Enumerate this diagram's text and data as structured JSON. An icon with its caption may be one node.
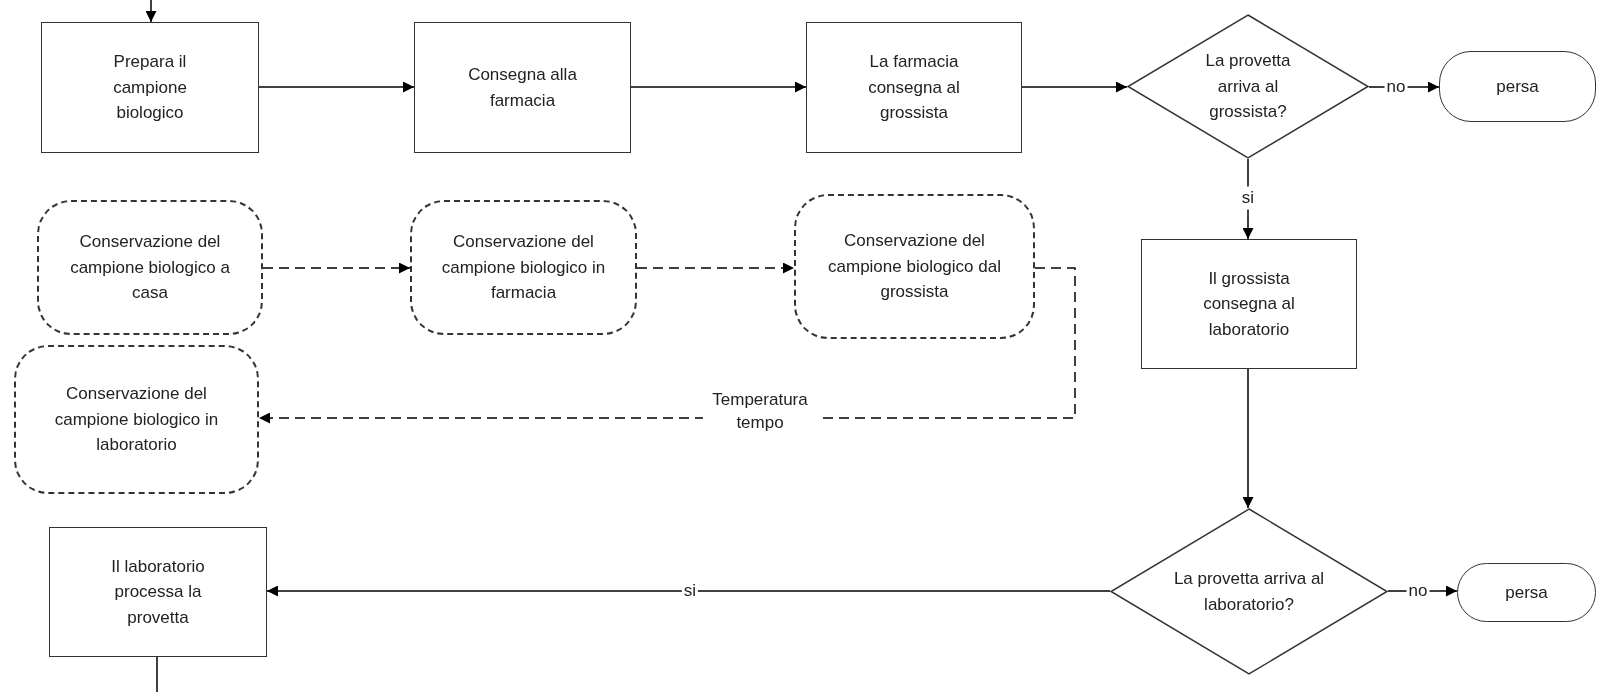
{
  "diagram": {
    "nodes": [
      {
        "text": [
          "Prepara il campione biologico"
        ]
      },
      {
        "text": [
          "Consegna alla farmacia"
        ]
      },
      {
        "text": [
          "La farmacia consegna al grossista"
        ]
      },
      {
        "text": [
          "La provetta arriva al grossista?"
        ]
      },
      {
        "text": [
          "persa"
        ]
      },
      {
        "text": [
          "Conservazione del campione biologico a casa"
        ]
      },
      {
        "text": [
          "Conservazione del campione biologico in farmacia"
        ]
      },
      {
        "text": [
          "Conservazione del campione biologico dal grossista"
        ]
      },
      {
        "text": [
          "Il grossista consegna al laboratorio"
        ]
      },
      {
        "text": [
          "Conservazione del campione biologico in laboratorio"
        ]
      },
      {
        "text": [
          "La provetta arriva al laboratorio?"
        ]
      },
      {
        "text": [
          "persa"
        ]
      },
      {
        "text": [
          "Il laboratorio processa la provetta"
        ]
      }
    ],
    "edges": [
      {
        "from": null,
        "to": 0,
        "arrow": "to"
      },
      {
        "from": 0,
        "to": 1,
        "arrow": "to"
      },
      {
        "from": 1,
        "to": 2,
        "arrow": "to"
      },
      {
        "from": 2,
        "to": 3,
        "arrow": "to"
      },
      {
        "from": 3,
        "to": 4,
        "arrow": "to",
        "label": "no"
      },
      {
        "from": 3,
        "to": 8,
        "arrow": "to",
        "label": "si"
      },
      {
        "from": 5,
        "to": 6,
        "arrow": "to",
        "style": "dashed"
      },
      {
        "from": 6,
        "to": 7,
        "arrow": "to",
        "style": "dashed"
      },
      {
        "from": 7,
        "to": 9,
        "arrow": "to",
        "style": "dashed",
        "label": "Temperatura tempo"
      },
      {
        "from": 8,
        "to": 10,
        "arrow": "to"
      },
      {
        "from": 10,
        "to": 11,
        "arrow": "to",
        "label": "no"
      },
      {
        "from": 10,
        "to": 12,
        "arrow": "to",
        "label": "si"
      },
      {
        "from": 12,
        "to": null,
        "arrow": "none"
      }
    ]
  }
}
